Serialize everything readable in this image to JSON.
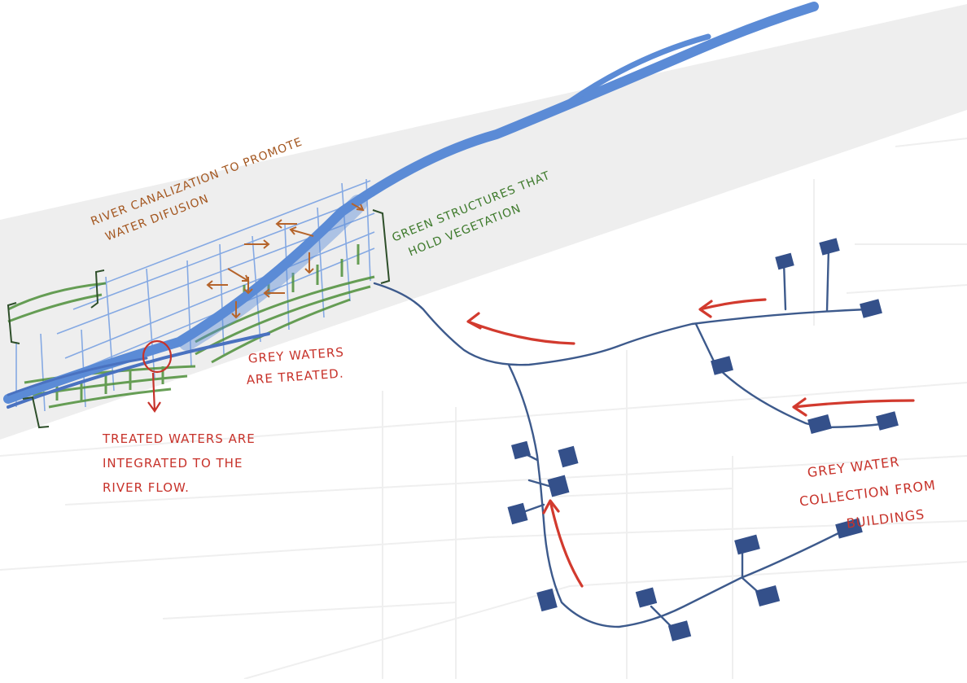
{
  "labels": {
    "river_canalization": [
      "RIVER CANALIZATION TO PROMOTE",
      "WATER DIFUSION"
    ],
    "green_structures": [
      "GREEN STRUCTURES THAT",
      "HOLD VEGETATION"
    ],
    "grey_waters_treated": [
      "GREY WATERS",
      "ARE TREATED."
    ],
    "treated_waters": [
      "TREATED WATERS ARE",
      "INTEGRATED TO THE",
      "RIVER FLOW."
    ],
    "grey_water_collection": [
      "GREY WATER",
      "COLLECTION FROM",
      "BUILDINGS"
    ]
  },
  "colors": {
    "river": "#5b8bd6",
    "pipe": "#3d5a8c",
    "building": "#34508a",
    "vegetation": "#4e8f3a",
    "arrow_red": "#d23a2e",
    "arrow_orange": "#b5642b",
    "label_orange": "#a3561f",
    "label_green": "#3e7a2c",
    "label_red": "#c7322a",
    "riverbed": "#eeeeee",
    "ghost_map": "#ececec"
  }
}
